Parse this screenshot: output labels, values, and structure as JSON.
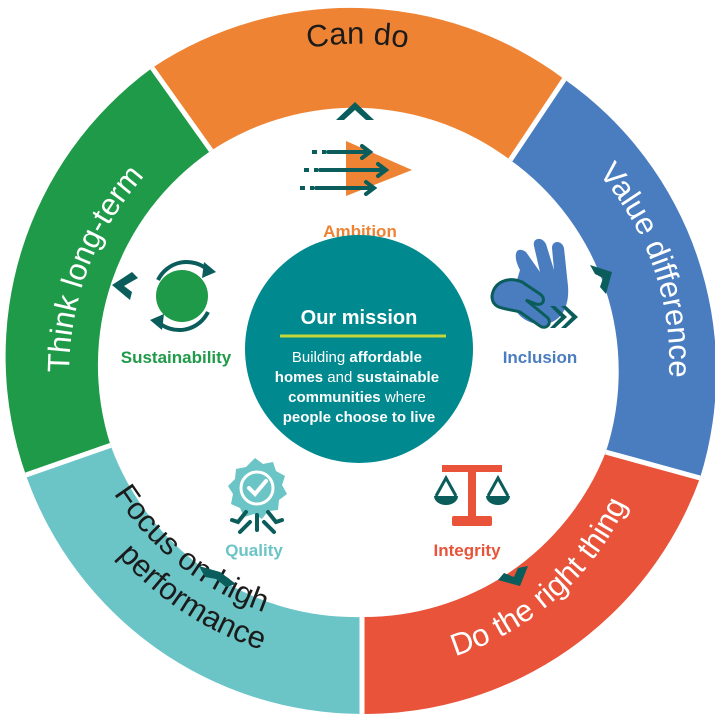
{
  "colors": {
    "orange": "#ef8334",
    "blue": "#4a7dc0",
    "red": "#e8533a",
    "teal_light": "#6bc4c6",
    "green": "#1f9a48",
    "dark_teal": "#0a5d5b",
    "mission": "#00898f",
    "lime": "#c6d63a"
  },
  "ring": {
    "can_do": "Can do",
    "value_difference": "Value difference",
    "do_the_right_thing": "Do the right thing",
    "focus_line1": "Focus on high",
    "focus_line2": "performance",
    "think_long_term": "Think long-term"
  },
  "values": {
    "ambition": "Ambition",
    "inclusion": "Inclusion",
    "integrity": "Integrity",
    "quality": "Quality",
    "sustainability": "Sustainability"
  },
  "mission": {
    "title": "Our mission",
    "line1_a": "Building ",
    "line1_b": "affordable",
    "line2_a": "homes",
    "line2_b": " and ",
    "line2_c": "sustainable",
    "line3_a": "communities",
    "line3_b": " where",
    "line4": "people choose to live"
  }
}
